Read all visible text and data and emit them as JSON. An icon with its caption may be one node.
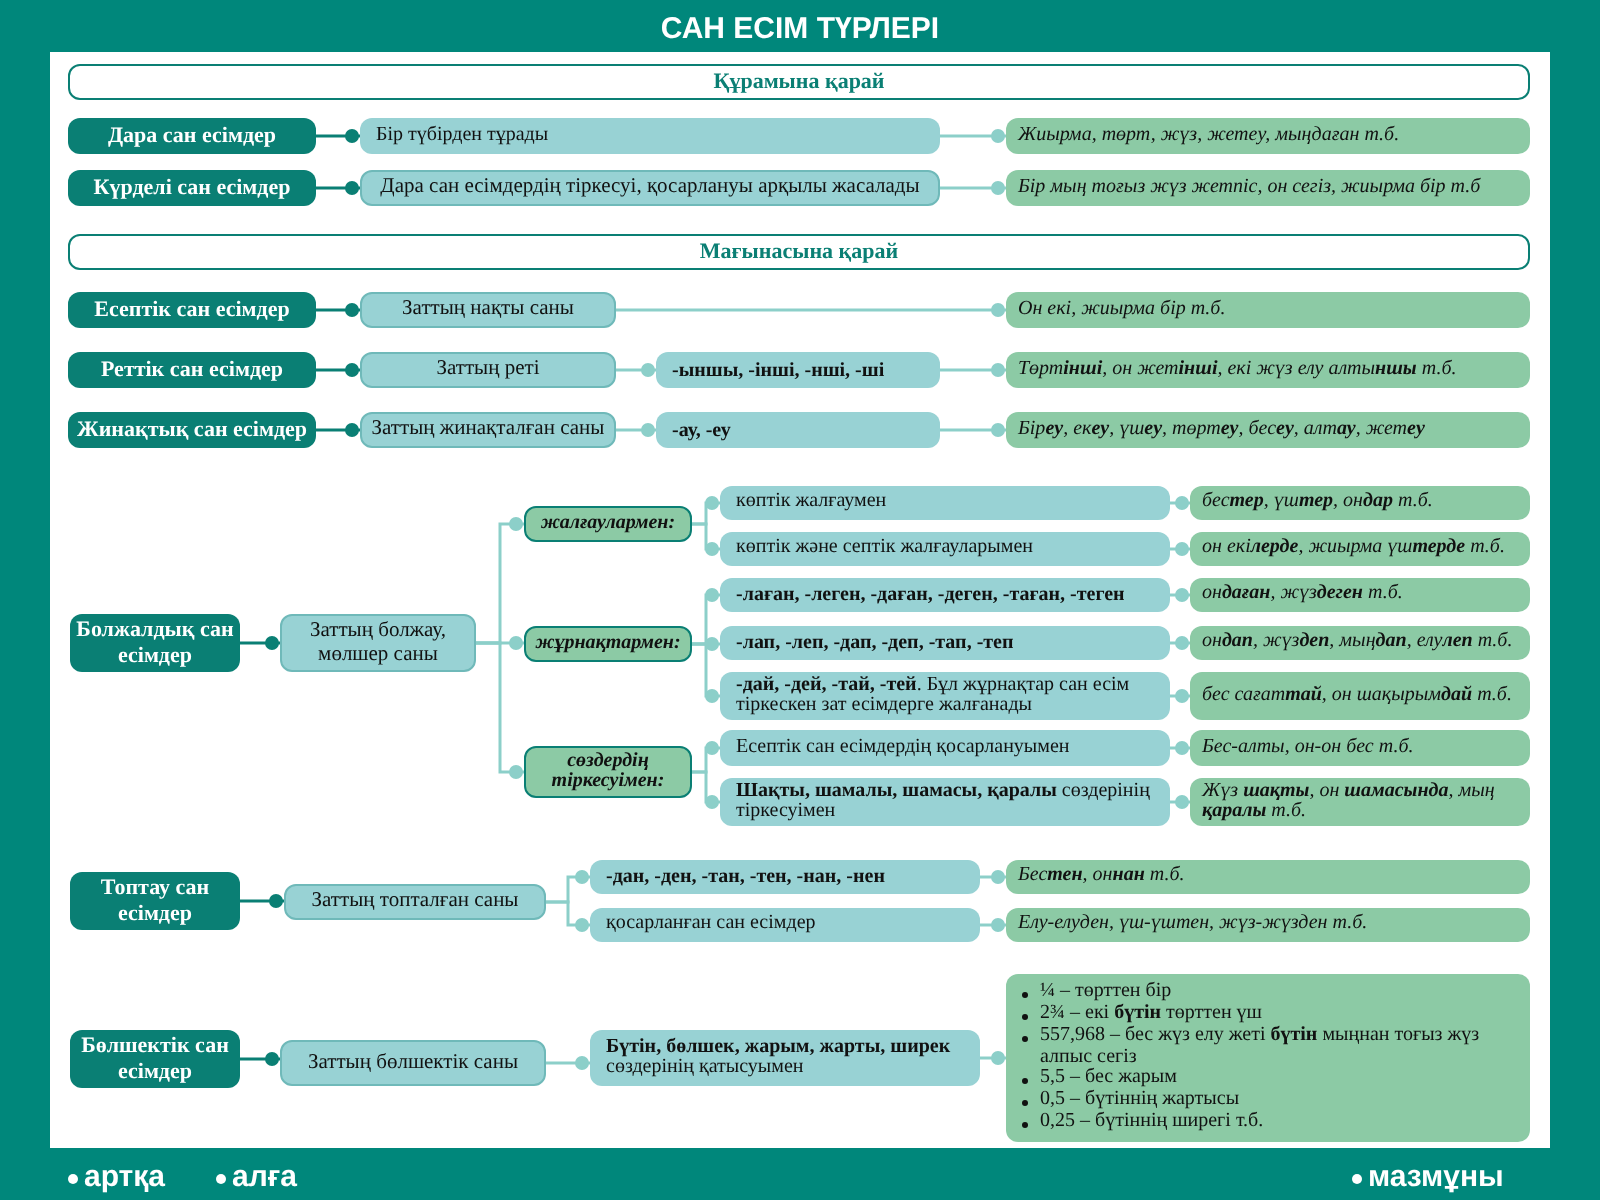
{
  "diagram": {
    "title": "САН ЕСІМ ТҮРЛЕРІ",
    "nodes": [
      {
        "text": [
          "Құрамына қарай"
        ]
      },
      {
        "text": [
          "Дара сан есімдер"
        ]
      },
      {
        "text": [
          "Бір түбірден тұрады"
        ]
      },
      {
        "text": [
          "Жиырма, төрт, жүз, жетеу, мыңдаған т.б."
        ]
      },
      {
        "text": [
          "Күрделі сан есімдер"
        ]
      },
      {
        "text": [
          "Дара сан есімдердің тіркесуі, қосарлануы арқылы жасалады"
        ]
      },
      {
        "text": [
          "Бір мың тоғыз жүз жетпіс, он сегіз, жиырма бір т.б"
        ]
      },
      {
        "text": [
          "Мағынасына қарай"
        ]
      },
      {
        "text": [
          "Есептік сан есімдер"
        ]
      },
      {
        "text": [
          "Заттың нақты саны"
        ]
      },
      {
        "text": [
          "Он екі, жиырма бір т.б."
        ]
      },
      {
        "text": [
          "Реттік сан есімдер"
        ]
      },
      {
        "text": [
          "Заттың реті"
        ]
      },
      {
        "text": [
          "-ыншы, -інші, -нші, -ші"
        ]
      },
      {
        "text": [
          "Төрт**інші**, он жет**інші**, екі жүз елу алты**ншы** т.б."
        ]
      },
      {
        "text": [
          "Жинақтық сан есімдер"
        ]
      },
      {
        "text": [
          "Заттың жинақталған саны"
        ]
      },
      {
        "text": [
          "-ау, -еу"
        ]
      },
      {
        "text": [
          "Бір**еу**, ек**еу**, үш**еу**, төрт**еу**, бес**еу**, алт**ау**, жет**еу**"
        ]
      },
      {
        "text": [
          "Болжалдық сан есімдер"
        ]
      },
      {
        "text": [
          "Заттың болжау, мөлшер саны"
        ]
      },
      {
        "text": [
          "жалғаулармен:"
        ]
      },
      {
        "text": [
          "көптік жалғаумен"
        ]
      },
      {
        "text": [
          "бес**тер**, үш**тер**, он**дар** т.б."
        ]
      },
      {
        "text": [
          "көптік және септік жалғауларымен"
        ]
      },
      {
        "text": [
          "он екі**лерде**, жиырма үш**терде** т.б."
        ]
      },
      {
        "text": [
          "жұрнақтармен:"
        ]
      },
      {
        "text": [
          "-лаған, -леген, -даған, -деген, -таған, -теген"
        ]
      },
      {
        "text": [
          "он**даған**, жүз**деген** т.б."
        ]
      },
      {
        "text": [
          "-лап, -леп, -дап, -деп, -тап, -теп"
        ]
      },
      {
        "text": [
          "он**дап**, жүз**деп**, мың**дап**, елу**леп** т.б."
        ]
      },
      {
        "text": [
          "**-дай, -дей, -тай, -тей**. Бұл жұрнақтар сан есім тіркескен зат есімдерге жалғанады"
        ]
      },
      {
        "text": [
          "бес сағат**тай**, он шақырым**дай** т.б."
        ]
      },
      {
        "text": [
          "сөздердің тіркесуімен:"
        ]
      },
      {
        "text": [
          "Есептік сан есімдердің қосарлануымен"
        ]
      },
      {
        "text": [
          "Бес-алты, он-он бес т.б."
        ]
      },
      {
        "text": [
          "**Шақты, шамалы, шамасы, қаралы** сөздерінің тіркесуімен"
        ]
      },
      {
        "text": [
          "Жүз **шақты**, он **шамасында**, мың **қаралы** т.б."
        ]
      },
      {
        "text": [
          "Топтау сан есімдер"
        ]
      },
      {
        "text": [
          "Заттың топталған саны"
        ]
      },
      {
        "text": [
          "-дан, -ден, -тан, -тен, -нан, -нен"
        ]
      },
      {
        "text": [
          "Бес**тен**, он**нан** т.б."
        ]
      },
      {
        "text": [
          "қосарланған сан есімдер"
        ]
      },
      {
        "text": [
          "Елу-елуден, үш-үштен, жүз-жүзден т.б."
        ]
      },
      {
        "text": [
          "Бөлшектік сан есімдер"
        ]
      },
      {
        "text": [
          "Заттың бөлшектік саны"
        ]
      },
      {
        "text": [
          "**Бүтін, бөлшек, жарым, жарты, ширек** сөздерінің қатысуымен"
        ]
      },
      {
        "text": [
          "¼ – төрттен бір",
          "2¾ – екі **бүтін** төрттен үш",
          "557,968 – бес жүз елу жеті **бүтін** мыңнан тоғыз жүз алпыс сегіз",
          "5,5 – бес жарым",
          "0,5 – бүтіннің жартысы",
          "0,25 – бүтіннің ширегі т.б."
        ]
      }
    ],
    "edges": [
      {
        "from": 1,
        "to": 2,
        "arrow": "other",
        "color": "#0a7f74"
      },
      {
        "from": 2,
        "to": 3,
        "arrow": "other"
      },
      {
        "from": 4,
        "to": 5,
        "arrow": "other",
        "color": "#0a7f74"
      },
      {
        "from": 5,
        "to": 6,
        "arrow": "other"
      },
      {
        "from": 8,
        "to": 9,
        "arrow": "other",
        "color": "#0a7f74"
      },
      {
        "from": 9,
        "to": 10,
        "arrow": "other"
      },
      {
        "from": 11,
        "to": 12,
        "arrow": "other",
        "color": "#0a7f74"
      },
      {
        "from": 12,
        "to": 13,
        "arrow": "other"
      },
      {
        "from": 13,
        "to": 14,
        "arrow": "other"
      },
      {
        "from": 15,
        "to": 16,
        "arrow": "other",
        "color": "#0a7f74"
      },
      {
        "from": 16,
        "to": 17,
        "arrow": "other"
      },
      {
        "from": 17,
        "to": 18,
        "arrow": "other"
      },
      {
        "from": 19,
        "to": 20,
        "arrow": "other",
        "color": "#0a7f74"
      },
      {
        "from": 20,
        "to": 21,
        "arrow": "other"
      },
      {
        "from": 20,
        "to": 26,
        "arrow": "other"
      },
      {
        "from": 20,
        "to": 33,
        "arrow": "other"
      },
      {
        "from": 21,
        "to": 22,
        "arrow": "other"
      },
      {
        "from": 21,
        "to": 24,
        "arrow": "other"
      },
      {
        "from": 22,
        "to": 23,
        "arrow": "other"
      },
      {
        "from": 24,
        "to": 25,
        "arrow": "other"
      },
      {
        "from": 26,
        "to": 27,
        "arrow": "other"
      },
      {
        "from": 26,
        "to": 29,
        "arrow": "other"
      },
      {
        "from": 26,
        "to": 31,
        "arrow": "other"
      },
      {
        "from": 27,
        "to": 28,
        "arrow": "other"
      },
      {
        "from": 29,
        "to": 30,
        "arrow": "other"
      },
      {
        "from": 31,
        "to": 32,
        "arrow": "other"
      },
      {
        "from": 33,
        "to": 34,
        "arrow": "other"
      },
      {
        "from": 33,
        "to": 36,
        "arrow": "other"
      },
      {
        "from": 34,
        "to": 35,
        "arrow": "other"
      },
      {
        "from": 36,
        "to": 37,
        "arrow": "other"
      },
      {
        "from": 38,
        "to": 39,
        "arrow": "other",
        "color": "#0a7f74"
      },
      {
        "from": 39,
        "to": 40,
        "arrow": "other"
      },
      {
        "from": 39,
        "to": 42,
        "arrow": "other"
      },
      {
        "from": 40,
        "to": 41,
        "arrow": "other"
      },
      {
        "from": 42,
        "to": 43,
        "arrow": "other"
      },
      {
        "from": 44,
        "to": 45,
        "arrow": "other",
        "color": "#0a7f74"
      },
      {
        "from": 45,
        "to": 46,
        "arrow": "other"
      },
      {
        "from": 46,
        "to": 47,
        "arrow": "other"
      }
    ],
    "labels": [
      "артқа",
      "алға",
      "мазмұны"
    ]
  }
}
